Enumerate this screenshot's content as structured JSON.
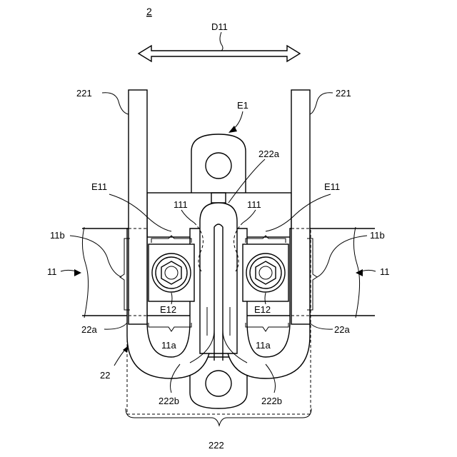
{
  "figure_number": "2",
  "labels": {
    "direction": "D11",
    "terminal_left": "221",
    "terminal_right": "221",
    "region_e1": "E1",
    "slot_top": "222a",
    "region_e11_left": "E11",
    "region_e11_right": "E11",
    "part_111_left": "111",
    "part_111_right": "111",
    "edge_11b_left": "11b",
    "edge_11b_right": "11b",
    "member_11_left": "11",
    "member_11_right": "11",
    "region_e12_left": "E12",
    "region_e12_right": "E12",
    "corner_22a_left": "22a",
    "corner_22a_right": "22a",
    "slot_11a_left": "11a",
    "slot_11a_right": "11a",
    "assembly_22": "22",
    "leg_222b_left": "222b",
    "leg_222b_right": "222b",
    "plate_222": "222"
  }
}
